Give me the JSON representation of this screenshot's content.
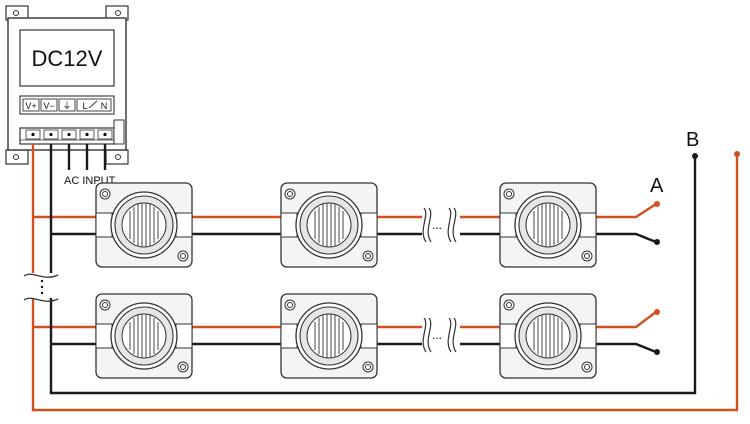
{
  "power_supply": {
    "voltage_label": "DC12V",
    "terminals": [
      "V+",
      "V−",
      "⏚",
      "L",
      "N"
    ]
  },
  "labels": {
    "ac_input": "AC INPUT",
    "point_a": "A",
    "point_b": "B",
    "gap_marker": "..."
  },
  "colors": {
    "positive_wire": "#d2501e",
    "negative_wire": "#1a1a1a",
    "outline": "#333333",
    "module_fill": "#f4f4f4"
  }
}
